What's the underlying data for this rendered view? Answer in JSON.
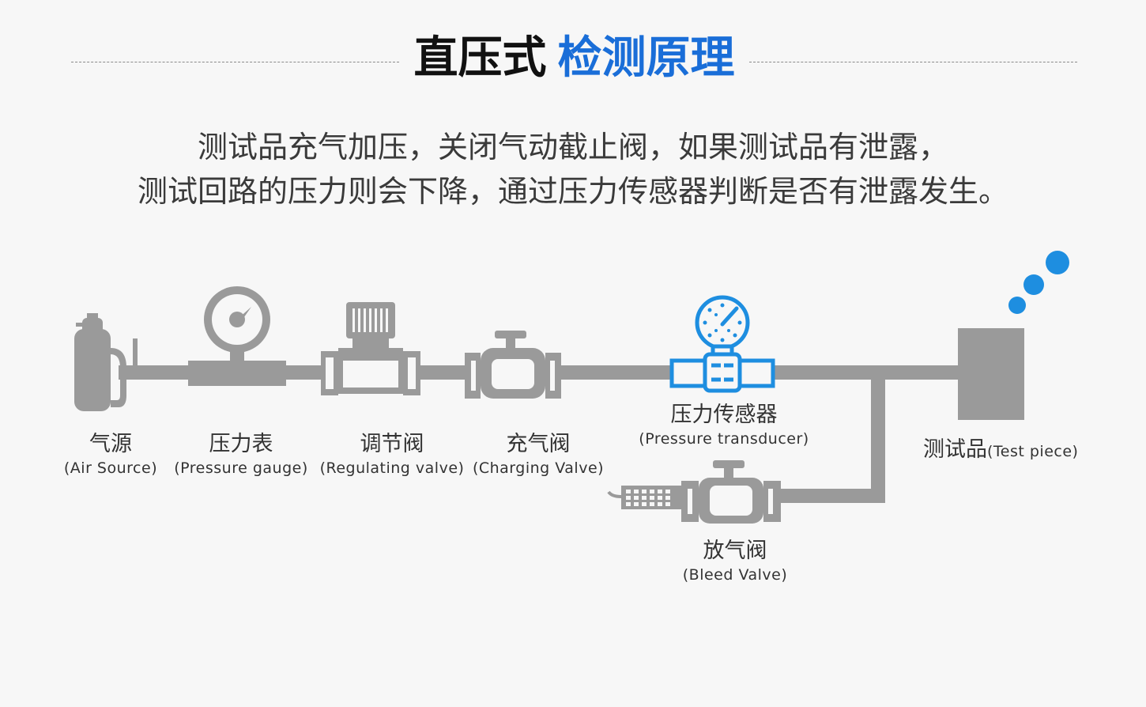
{
  "header": {
    "title_black": "直压式",
    "title_blue": "检测原理",
    "title_blue_color": "#1a6ed8"
  },
  "description": {
    "line1": "测试品充气加压，关闭气动截止阀，如果测试品有泄露，",
    "line2": "测试回路的压力则会下降，通过压力传感器判断是否有泄露发生。"
  },
  "components": {
    "air_source": {
      "zh": "气源",
      "en": "(Air Source)"
    },
    "pressure_gauge": {
      "zh": "压力表",
      "en": "(Pressure gauge)"
    },
    "regulating_valve": {
      "zh": "调节阀",
      "en": "(Regulating valve)"
    },
    "charging_valve": {
      "zh": "充气阀",
      "en": "(Charging Valve)"
    },
    "pressure_transducer": {
      "zh": "压力传感器",
      "en": "(Pressure transducer)"
    },
    "bleed_valve": {
      "zh": "放气阀",
      "en": "(Bleed Valve)"
    },
    "test_piece": {
      "zh": "测试品",
      "en": "(Test piece)"
    }
  },
  "colors": {
    "component_gray": "#9a9a9a",
    "highlight_blue": "#1e8ee0",
    "bubble_blue": "#1e8ee0"
  }
}
